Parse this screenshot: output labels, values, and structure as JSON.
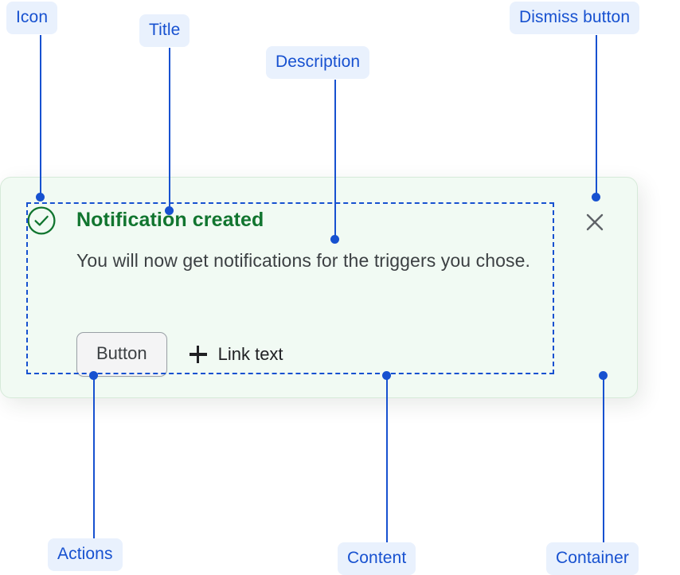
{
  "annotations": [
    {
      "label": "Icon",
      "name": "annotation-icon"
    },
    {
      "label": "Title",
      "name": "annotation-title"
    },
    {
      "label": "Description",
      "name": "annotation-description"
    },
    {
      "label": "Dismiss button",
      "name": "annotation-dismiss-button"
    },
    {
      "label": "Actions",
      "name": "annotation-actions"
    },
    {
      "label": "Content",
      "name": "annotation-content"
    },
    {
      "label": "Container",
      "name": "annotation-container"
    }
  ],
  "notification": {
    "icon": "check-circle-icon",
    "title": "Notification created",
    "description": "You will now get notifications for the triggers you chose.",
    "button_label": "Button",
    "link_label": "Link text",
    "link_icon": "plus-icon",
    "dismiss_icon": "close-icon"
  },
  "colors": {
    "accent_blue": "#1751d0",
    "pill_background": "#e9f1fd",
    "success_green": "#11752f",
    "card_background": "#f1faf3",
    "card_border": "#d6ead9",
    "body_text": "#3c4043",
    "dismiss_gray": "#5f6368"
  }
}
